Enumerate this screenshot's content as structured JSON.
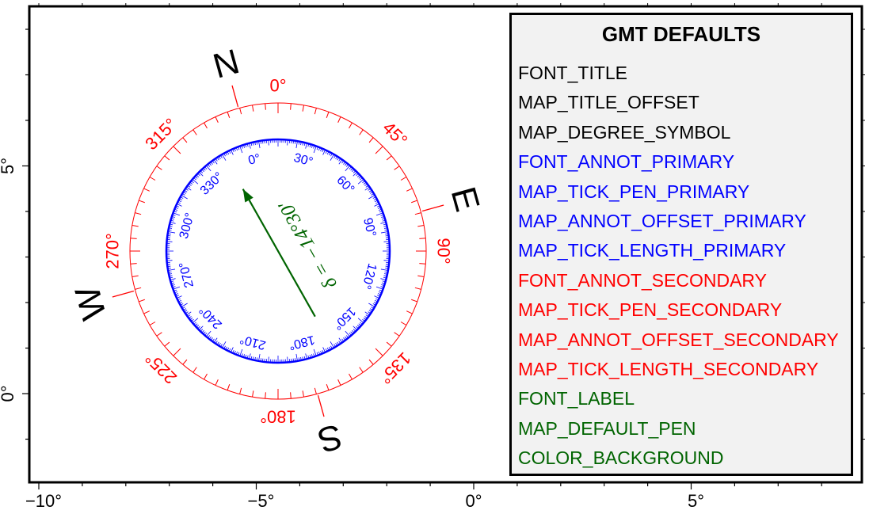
{
  "axes": {
    "x_ticks": [
      {
        "value": -10,
        "label": "−10°"
      },
      {
        "value": -5,
        "label": "−5°"
      },
      {
        "value": 0,
        "label": "0°"
      },
      {
        "value": 5,
        "label": "5°"
      }
    ],
    "y_ticks": [
      {
        "value": 0,
        "label": "0°"
      },
      {
        "value": 5,
        "label": "5°"
      }
    ]
  },
  "rose": {
    "cardinals": {
      "north": "N",
      "east": "E",
      "south": "S",
      "west": "W"
    },
    "outer_annotations": [
      {
        "angle": 0,
        "label": "0°"
      },
      {
        "angle": 45,
        "label": "45°"
      },
      {
        "angle": 90,
        "label": "90°"
      },
      {
        "angle": 135,
        "label": "135°"
      },
      {
        "angle": 180,
        "label": "180°"
      },
      {
        "angle": 225,
        "label": "225°"
      },
      {
        "angle": 270,
        "label": "270°"
      },
      {
        "angle": 315,
        "label": "315°"
      }
    ],
    "inner_annotations": [
      {
        "angle": 0,
        "label": "0°"
      },
      {
        "angle": 30,
        "label": "30°"
      },
      {
        "angle": 60,
        "label": "60°"
      },
      {
        "angle": 90,
        "label": "90°"
      },
      {
        "angle": 120,
        "label": "120°"
      },
      {
        "angle": 150,
        "label": "150°"
      },
      {
        "angle": 180,
        "label": "180°"
      },
      {
        "angle": 210,
        "label": "210°"
      },
      {
        "angle": 240,
        "label": "240°"
      },
      {
        "angle": 270,
        "label": "270°"
      },
      {
        "angle": 300,
        "label": "300°"
      },
      {
        "angle": 330,
        "label": "330°"
      }
    ],
    "declination_label": "δ = −14°30′",
    "declination_degrees": -14.5
  },
  "legend": {
    "title": "GMT DEFAULTS",
    "items": [
      {
        "label": "FONT_TITLE",
        "color": "#000000"
      },
      {
        "label": "MAP_TITLE_OFFSET",
        "color": "#000000"
      },
      {
        "label": "MAP_DEGREE_SYMBOL",
        "color": "#000000"
      },
      {
        "label": "FONT_ANNOT_PRIMARY",
        "color": "#0000ff"
      },
      {
        "label": "MAP_TICK_PEN_PRIMARY",
        "color": "#0000ff"
      },
      {
        "label": "MAP_ANNOT_OFFSET_PRIMARY",
        "color": "#0000ff"
      },
      {
        "label": "MAP_TICK_LENGTH_PRIMARY",
        "color": "#0000ff"
      },
      {
        "label": "FONT_ANNOT_SECONDARY",
        "color": "#ff0000"
      },
      {
        "label": "MAP_TICK_PEN_SECONDARY",
        "color": "#ff0000"
      },
      {
        "label": "MAP_ANNOT_OFFSET_SECONDARY",
        "color": "#ff0000"
      },
      {
        "label": "MAP_TICK_LENGTH_SECONDARY",
        "color": "#ff0000"
      },
      {
        "label": "FONT_LABEL",
        "color": "#006400"
      },
      {
        "label": "MAP_DEFAULT_PEN",
        "color": "#006400"
      },
      {
        "label": "COLOR_BACKGROUND",
        "color": "#006400"
      }
    ]
  },
  "colors": {
    "primary": "#0000ff",
    "secondary": "#ff0000",
    "label": "#006400",
    "frame": "#000000",
    "legend_fill": "#f2f2f2"
  }
}
